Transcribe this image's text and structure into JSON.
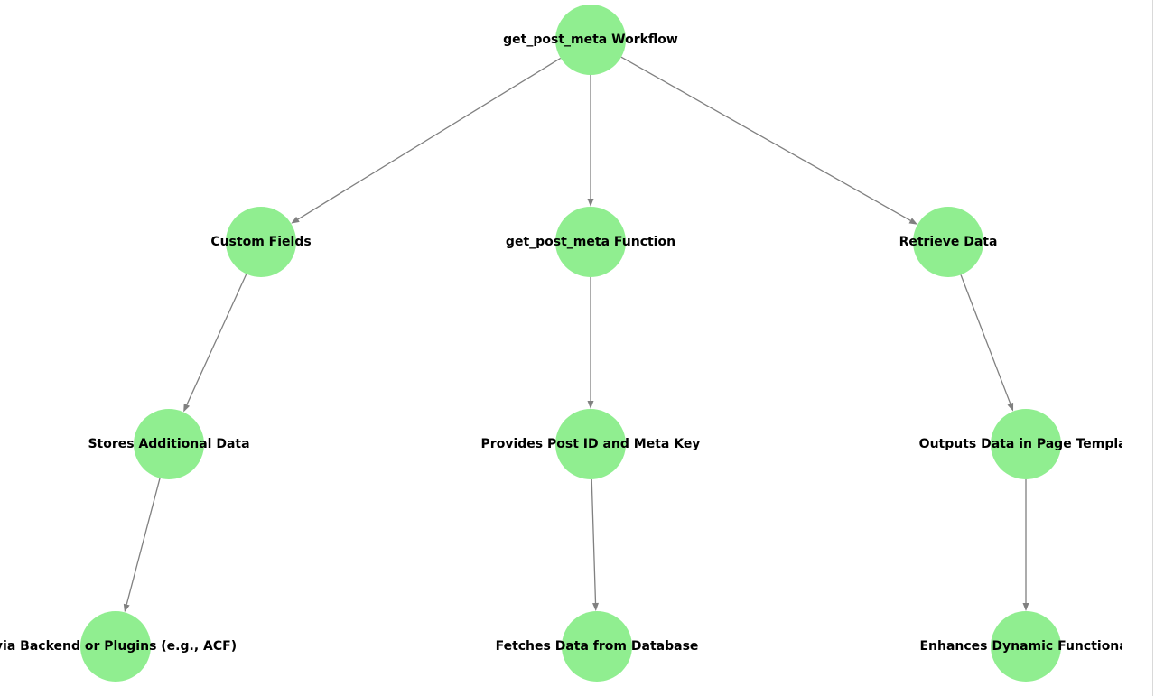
{
  "diagram": {
    "type": "directed-tree",
    "colors": {
      "node_fill": "#90ee90",
      "edge": "#808080",
      "label": "#000000",
      "background": "#ffffff"
    },
    "nodes": [
      {
        "id": "root",
        "label": "get_post_meta Workflow"
      },
      {
        "id": "custom-fields",
        "label": "Custom Fields"
      },
      {
        "id": "function",
        "label": "get_post_meta Function"
      },
      {
        "id": "retrieve",
        "label": "Retrieve Data"
      },
      {
        "id": "stores",
        "label": "Stores Additional Data"
      },
      {
        "id": "provides",
        "label": "Provides Post ID and Meta Key"
      },
      {
        "id": "outputs",
        "label": "Outputs Data in Page Templat"
      },
      {
        "id": "backend",
        "label": "via Backend or Plugins (e.g., ACF)"
      },
      {
        "id": "fetches",
        "label": "Fetches Data from Database"
      },
      {
        "id": "enhances",
        "label": "Enhances Dynamic Functional"
      }
    ],
    "edges": [
      {
        "from": "root",
        "to": "custom-fields"
      },
      {
        "from": "root",
        "to": "function"
      },
      {
        "from": "root",
        "to": "retrieve"
      },
      {
        "from": "custom-fields",
        "to": "stores"
      },
      {
        "from": "function",
        "to": "provides"
      },
      {
        "from": "retrieve",
        "to": "outputs"
      },
      {
        "from": "stores",
        "to": "backend"
      },
      {
        "from": "provides",
        "to": "fetches"
      },
      {
        "from": "outputs",
        "to": "enhances"
      }
    ]
  }
}
